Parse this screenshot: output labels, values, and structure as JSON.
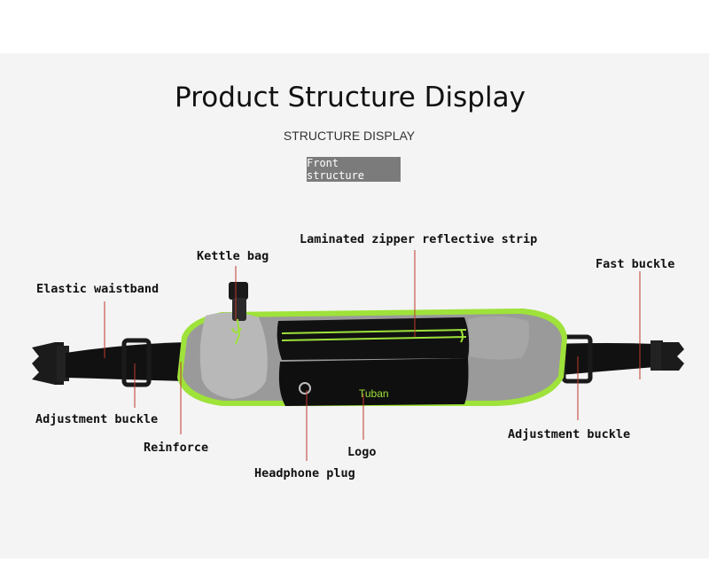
{
  "header": {
    "title": "Product Structure Display",
    "subtitle": "STRUCTURE DISPLAY",
    "tag": "Front structure"
  },
  "product": {
    "logo_text": "Tuban",
    "accent_color": "#9ee23a",
    "leader_color": "#c0392b"
  },
  "labels": {
    "kettle_bag": "Kettle bag",
    "laminated_zipper": "Laminated zipper reflective strip",
    "fast_buckle": "Fast buckle",
    "elastic_waistband": "Elastic waistband",
    "adjustment_buckle_left": "Adjustment buckle",
    "reinforce": "Reinforce",
    "logo": "Logo",
    "headphone_plug": "Headphone plug",
    "adjustment_buckle_right": "Adjustment buckle"
  }
}
